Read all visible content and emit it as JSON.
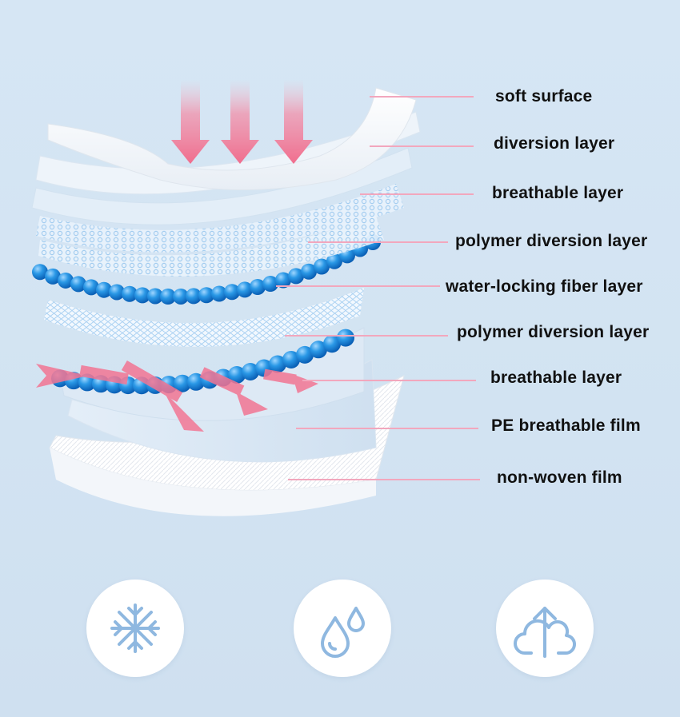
{
  "layers": [
    {
      "key": "soft-surface",
      "label": "soft surface"
    },
    {
      "key": "diversion-layer",
      "label": "diversion layer"
    },
    {
      "key": "breathable-layer-top",
      "label": "breathable layer"
    },
    {
      "key": "polymer-diversion-layer-top",
      "label": "polymer diversion layer"
    },
    {
      "key": "water-locking-fiber-layer",
      "label": "water-locking fiber layer"
    },
    {
      "key": "polymer-diversion-layer-bottom",
      "label": "polymer diversion layer"
    },
    {
      "key": "breathable-layer-bottom",
      "label": "breathable layer"
    },
    {
      "key": "pe-breathable-film",
      "label": "PE breathable film"
    },
    {
      "key": "non-woven-film",
      "label": "non-woven film"
    }
  ],
  "features": [
    {
      "key": "cooling",
      "icon": "snowflake-icon"
    },
    {
      "key": "absorbent",
      "icon": "water-drops-icon"
    },
    {
      "key": "breathable",
      "icon": "cloud-upload-icon"
    }
  ],
  "colors": {
    "background": "#d4e4f3",
    "leader_line": "#f2a7bd",
    "arrow": "#f47a97",
    "bead": "#1f8fe0",
    "icon_stroke": "#8fb8e0",
    "label_text": "#111111"
  }
}
